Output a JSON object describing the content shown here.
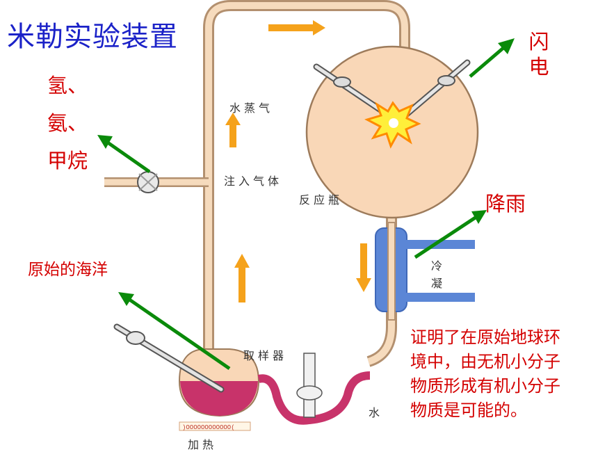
{
  "title": "米勒实验装置",
  "labels": {
    "gases": [
      "氢、",
      "氨、",
      "甲烷"
    ],
    "lightning": [
      "闪",
      "电"
    ],
    "rain": "降雨",
    "ocean": "原始的海洋",
    "water_vapor": "水蒸气",
    "inject_gas": "注入气体",
    "reaction_flask": "反应瓶",
    "condense": [
      "冷",
      "凝"
    ],
    "sampler": "取样器",
    "water": "水",
    "heating": "加热"
  },
  "conclusion": "证明了在原始地球环境中，由无机小分子物质形成有机小分子物质是可能的。",
  "colors": {
    "title": "#1b22c8",
    "annotation": "#d40000",
    "pointer_arrow": "#0a8a0a",
    "flow_arrow": "#f5a21b",
    "liquid": "#c8336a",
    "condenser": "#5b86d6"
  }
}
